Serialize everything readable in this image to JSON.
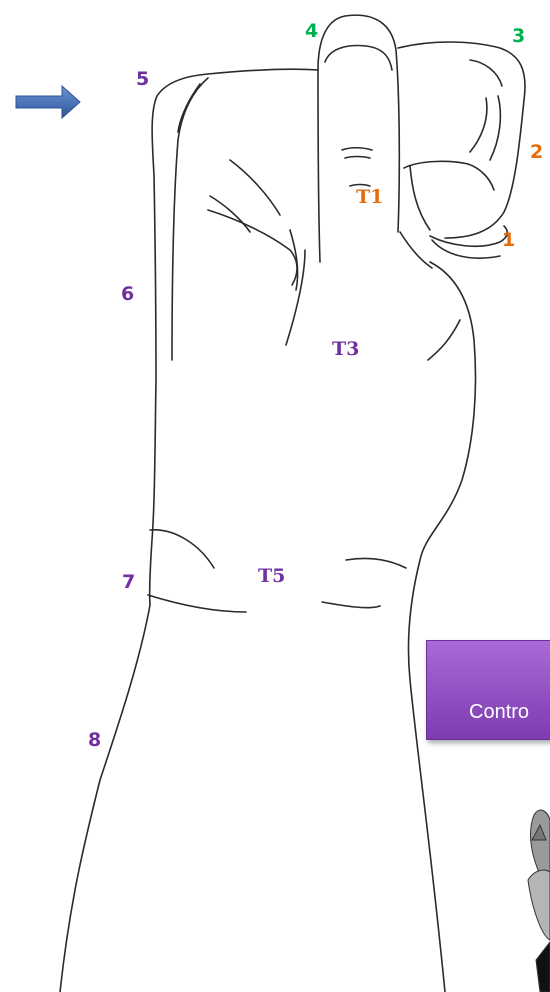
{
  "labels": {
    "p1": "1",
    "p2": "2",
    "p3": "3",
    "p4": "4",
    "p5": "5",
    "p6": "6",
    "p7": "7",
    "p8": "8",
    "t1": "T1",
    "t3": "T3",
    "t5": "T5"
  },
  "control_box": {
    "text": "Contro"
  },
  "colors": {
    "purple": "#7030a0",
    "orange": "#e46c0a",
    "green": "#00b050",
    "arrow": "#4a72b8",
    "box": "#8e4cc4"
  },
  "icons": {
    "arrow": "right-arrow-icon",
    "hands": "raised-hands-icon"
  }
}
